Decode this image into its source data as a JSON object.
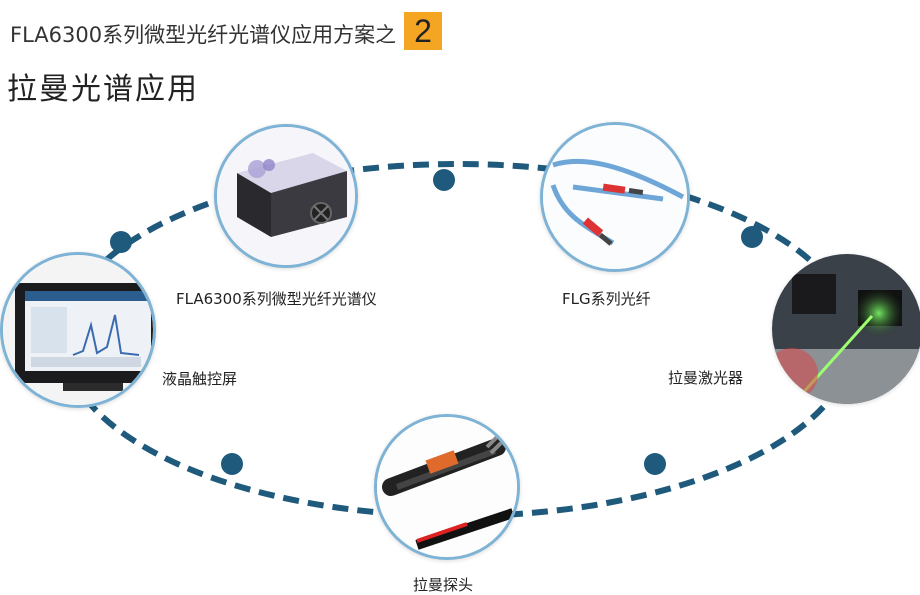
{
  "header": {
    "subtitle": "FLA6300系列微型光纤光谱仪应用方案之",
    "number": "2",
    "title": "拉曼光谱应用"
  },
  "nodes": {
    "spectrometer": {
      "label": "FLA6300系列微型光纤光谱仪"
    },
    "fiber": {
      "label": "FLG系列光纤"
    },
    "laser": {
      "label": "拉曼激光器"
    },
    "probe": {
      "label": "拉曼探头"
    },
    "screen": {
      "label": "液晶触控屏"
    }
  },
  "colors": {
    "ring": "#1f5a7c",
    "badge": "#f4a623",
    "circle_border": "#7eb3d6"
  }
}
